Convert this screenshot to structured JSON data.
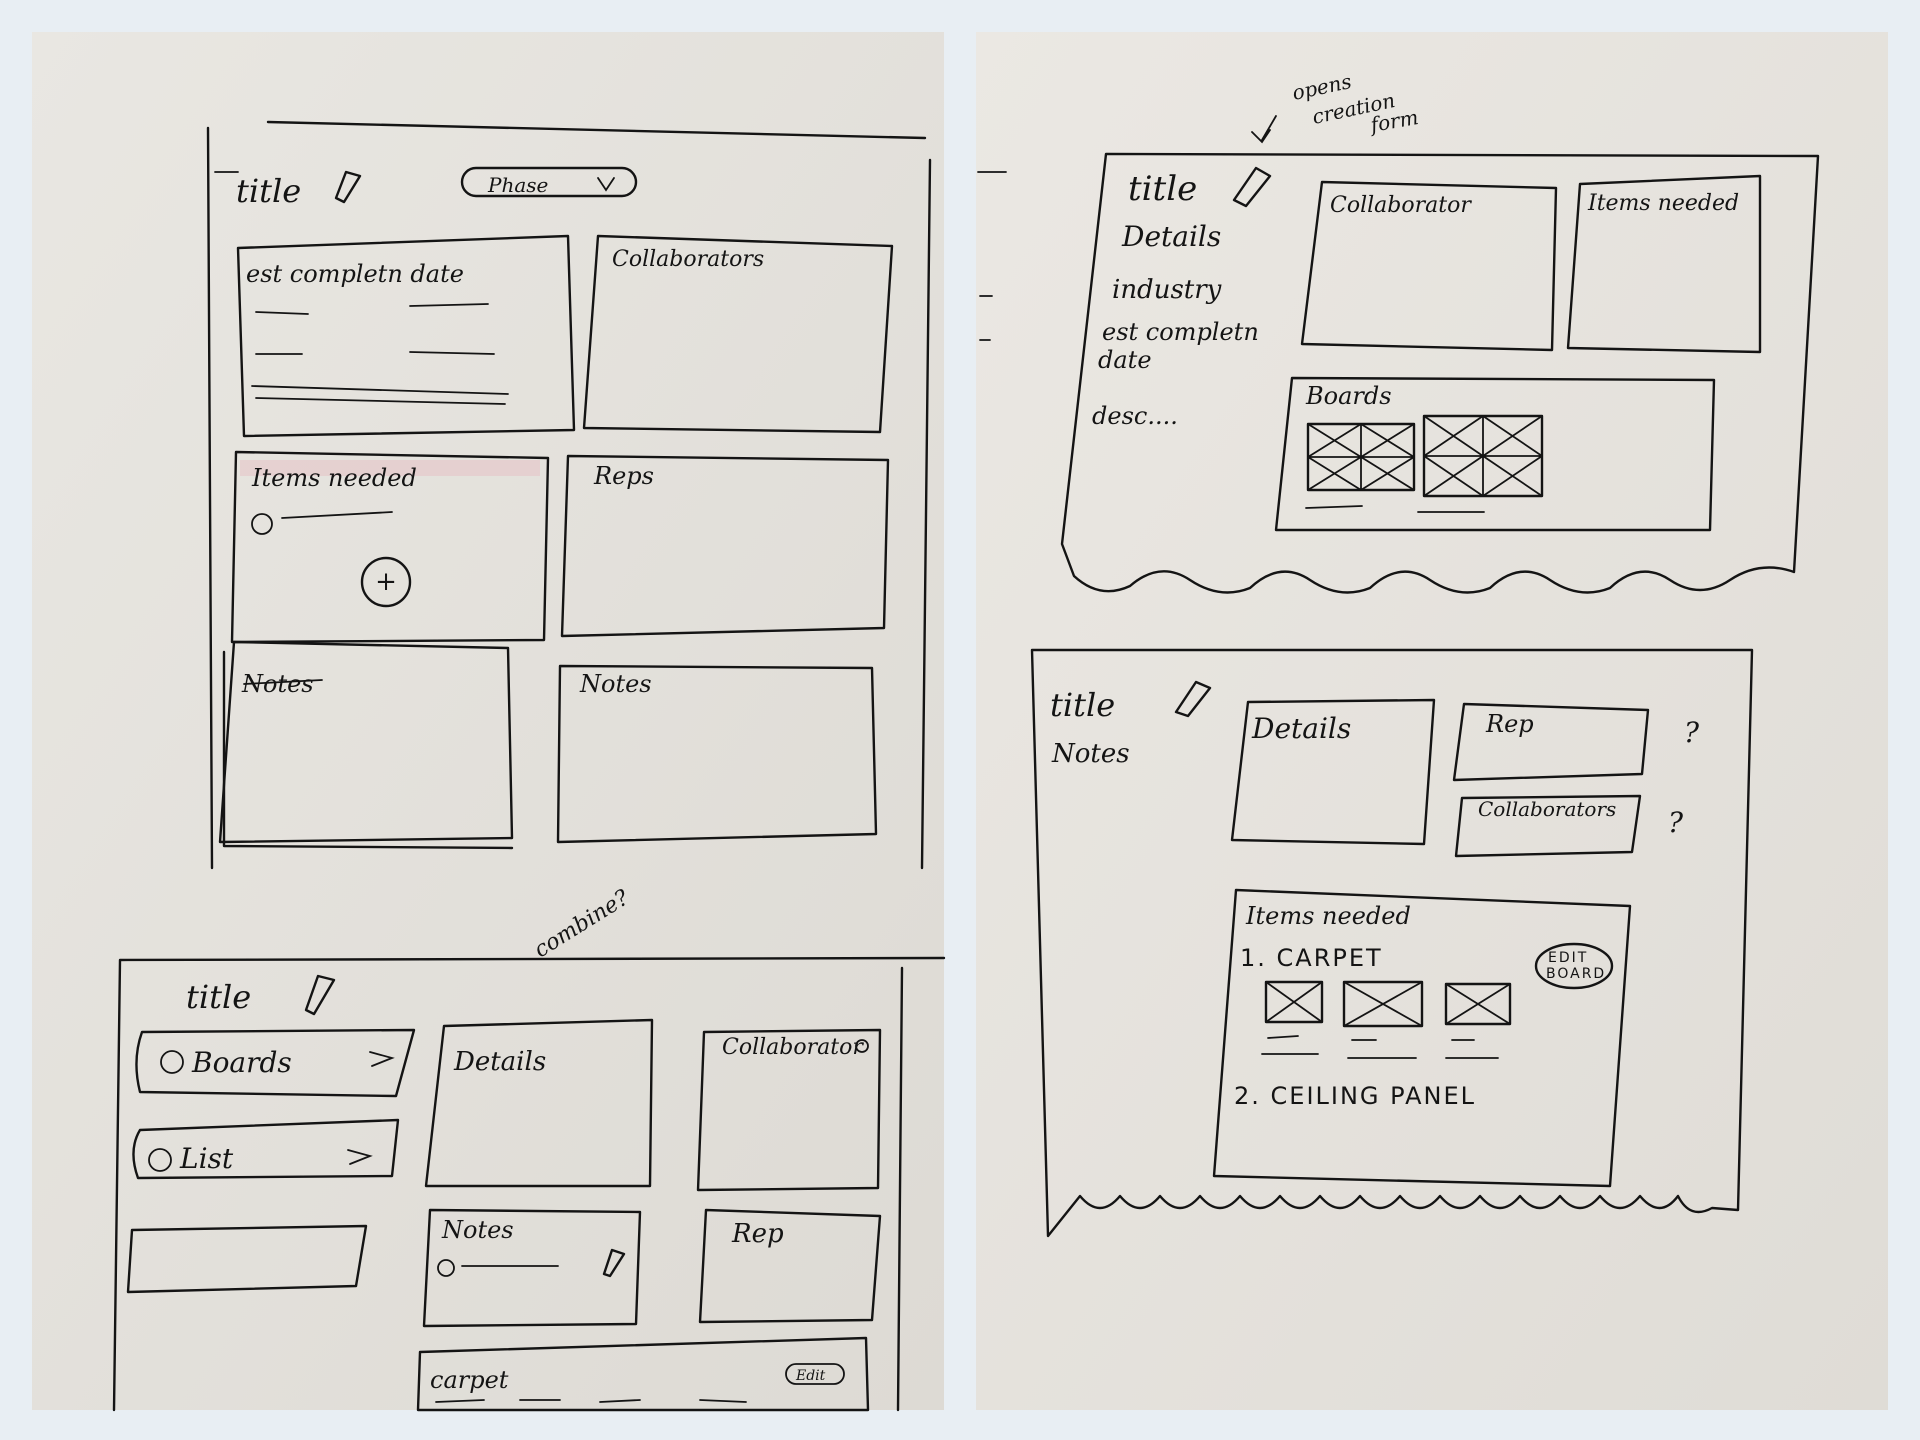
{
  "photo_left": {
    "sketch_top": {
      "title": "title",
      "phase_dropdown": "Phase",
      "est_completion_panel": "est completn date",
      "collaborators_panel": "Collaborators",
      "items_needed_panel": "Items needed",
      "items_needed_add_label": "+",
      "reps_panel": "Reps",
      "notes_struck_label": "Notes",
      "notes_panel": "Notes"
    },
    "annotation_combine": "combine?",
    "sketch_bottom": {
      "title": "title",
      "boards_button": "Boards",
      "list_button": "List",
      "details_panel": "Details",
      "collaborators_panel": "Collaborator",
      "notes_panel": "Notes",
      "rep_panel": "Rep",
      "carpet_panel": "carpet",
      "edit_badge": "Edit"
    }
  },
  "photo_right": {
    "annotation_open_form": [
      "opens",
      "creation",
      "form"
    ],
    "sketch_top": {
      "title": "title",
      "details_heading": "Details",
      "details_lines": [
        "industry",
        "est completn",
        "date",
        "desc...."
      ],
      "collaborator_panel": "Collaborator",
      "items_needed_panel": "Items needed",
      "boards_panel": "Boards"
    },
    "sketch_bottom": {
      "title": "title",
      "notes_label": "Notes",
      "details_panel": "Details",
      "rep_panel": "Rep",
      "collaborators_panel": "Collaborators",
      "question_marks": [
        "?",
        "?"
      ],
      "items_needed_panel": "Items needed",
      "item_1": "1. CARPET",
      "edit_board_badge": [
        "EDIT",
        "BOARD"
      ],
      "item_2": "2. CEILING PANEL"
    }
  },
  "colors": {
    "background": "#e8eef3",
    "paper_left": "#e4e1dc",
    "paper_right": "#e5e2dd",
    "ink": "#141414",
    "highlight": "#e7b7bf"
  }
}
